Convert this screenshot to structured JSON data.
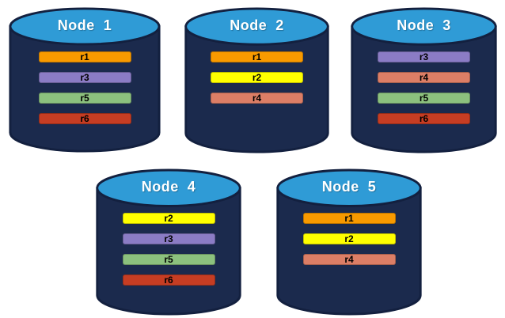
{
  "colors": {
    "cylinder_top": "#2F9BD6",
    "cylinder_body": "#1B2A4D",
    "cylinder_outline": "#13203F",
    "title_text": "#FFFFFF",
    "bar_text": "#000000"
  },
  "replica_colors": {
    "r1": "#F89A00",
    "r2": "#FFFF00",
    "r3": "#8B7CC5",
    "r4": "#DC7E66",
    "r5": "#8CC17E",
    "r6": "#C63D23"
  },
  "nodes": [
    {
      "title": "Node  1",
      "replicas": [
        "r1",
        "r3",
        "r5",
        "r6"
      ]
    },
    {
      "title": "Node  2",
      "replicas": [
        "r1",
        "r2",
        "r4"
      ]
    },
    {
      "title": "Node  3",
      "replicas": [
        "r3",
        "r4",
        "r5",
        "r6"
      ]
    },
    {
      "title": "Node  4",
      "replicas": [
        "r2",
        "r3",
        "r5",
        "r6"
      ]
    },
    {
      "title": "Node  5",
      "replicas": [
        "r1",
        "r2",
        "r4"
      ]
    }
  ]
}
